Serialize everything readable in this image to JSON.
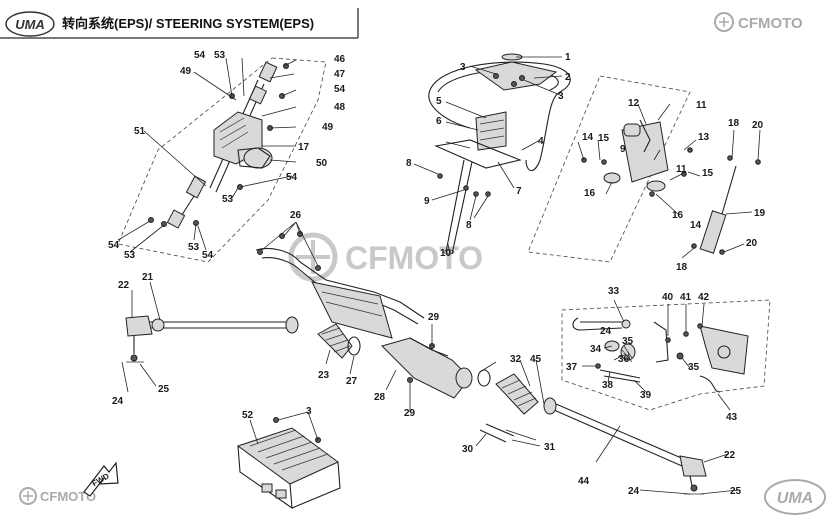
{
  "header": {
    "logo_text": "UMA",
    "title": "转向系统(EPS)/ STEERING SYSTEM(EPS)"
  },
  "brand": {
    "top_right": "CFMOTO",
    "center_watermark": "CFMOTO",
    "bottom_left": "CFMOTO",
    "bottom_right": "UMA"
  },
  "fwd_label": "FWD",
  "colors": {
    "line": "#222222",
    "watermark": "#c9c9c9",
    "header_bar": "#4d4d4d"
  },
  "callouts": {
    "c1": "1",
    "c2": "2",
    "c3a": "3",
    "c3b": "3",
    "c3c": "3",
    "c4": "4",
    "c5": "5",
    "c6": "6",
    "c7": "7",
    "c8a": "8",
    "c8b": "8",
    "c9a": "9",
    "c9b": "9",
    "c10": "10",
    "c11a": "11",
    "c11b": "11",
    "c12": "12",
    "c13": "13",
    "c14a": "14",
    "c14b": "14",
    "c15a": "15",
    "c15b": "15",
    "c16a": "16",
    "c16b": "16",
    "c17": "17",
    "c18a": "18",
    "c18b": "18",
    "c19": "19",
    "c20a": "20",
    "c20b": "20",
    "c21": "21",
    "c22a": "22",
    "c22b": "22",
    "c23": "23",
    "c24a": "24",
    "c24b": "24",
    "c24c": "24",
    "c25a": "25",
    "c25b": "25",
    "c26": "26",
    "c27": "27",
    "c28": "28",
    "c29a": "29",
    "c29b": "29",
    "c30": "30",
    "c31": "31",
    "c32": "32",
    "c33": "33",
    "c34": "34",
    "c35a": "35",
    "c35b": "35",
    "c36": "36",
    "c37": "37",
    "c38": "38",
    "c39": "39",
    "c40": "40",
    "c41": "41",
    "c42": "42",
    "c43": "43",
    "c44": "44",
    "c45": "45",
    "c46": "46",
    "c47": "47",
    "c48": "48",
    "c49a": "49",
    "c49b": "49",
    "c50": "50",
    "c51": "51",
    "c52": "52",
    "c53a": "53",
    "c53b": "53",
    "c53c": "53",
    "c53d": "53",
    "c54a": "54",
    "c54b": "54",
    "c54c": "54",
    "c54d": "54",
    "c54e": "54"
  }
}
